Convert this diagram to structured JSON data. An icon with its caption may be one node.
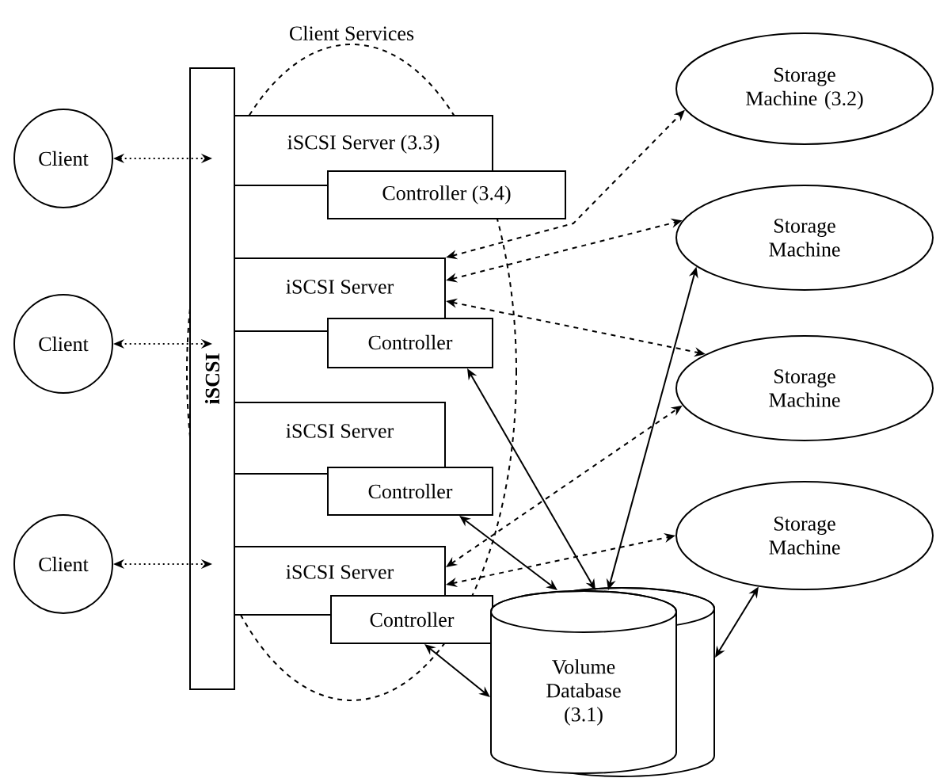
{
  "diagram": {
    "nodes": [
      {
        "text": [
          "Client"
        ]
      },
      {
        "text": [
          "Client"
        ]
      },
      {
        "text": [
          "Client"
        ]
      },
      {
        "text": [
          "iSCSI"
        ]
      },
      {
        "text": [
          "iSCSI Server (3.3)"
        ]
      },
      {
        "text": [
          "Controller (3.4)"
        ]
      },
      {
        "text": [
          "iSCSI Server"
        ]
      },
      {
        "text": [
          "Controller"
        ]
      },
      {
        "text": [
          "iSCSI Server"
        ]
      },
      {
        "text": [
          "Controller"
        ]
      },
      {
        "text": [
          "iSCSI Server"
        ]
      },
      {
        "text": [
          "Controller"
        ]
      },
      {
        "text": [
          "Storage Machine (3.2)"
        ]
      },
      {
        "text": [
          "Storage Machine"
        ]
      },
      {
        "text": [
          "Storage Machine"
        ]
      },
      {
        "text": [
          "Storage Machine"
        ]
      },
      {
        "text": [
          "Volume Database (3.1)"
        ]
      }
    ],
    "edges": [
      {
        "from": 0,
        "to": 3,
        "arrow": "both",
        "style": "dashed"
      },
      {
        "from": 1,
        "to": 3,
        "arrow": "both",
        "style": "dashed"
      },
      {
        "from": 2,
        "to": 3,
        "arrow": "both",
        "style": "dashed"
      },
      {
        "from": 6,
        "to": 12,
        "arrow": "both",
        "style": "dashed"
      },
      {
        "from": 6,
        "to": 13,
        "arrow": "both",
        "style": "dashed"
      },
      {
        "from": 6,
        "to": 14,
        "arrow": "both",
        "style": "dashed"
      },
      {
        "from": 10,
        "to": 14,
        "arrow": "both",
        "style": "dashed"
      },
      {
        "from": 10,
        "to": 15,
        "arrow": "both",
        "style": "dashed"
      },
      {
        "from": 7,
        "to": 16,
        "arrow": "both"
      },
      {
        "from": 9,
        "to": 16,
        "arrow": "both"
      },
      {
        "from": 11,
        "to": 16,
        "arrow": "both"
      },
      {
        "from": 16,
        "to": 13,
        "arrow": "both"
      },
      {
        "from": 16,
        "to": 15,
        "arrow": "both"
      }
    ],
    "labels": [
      "Client Services"
    ]
  }
}
